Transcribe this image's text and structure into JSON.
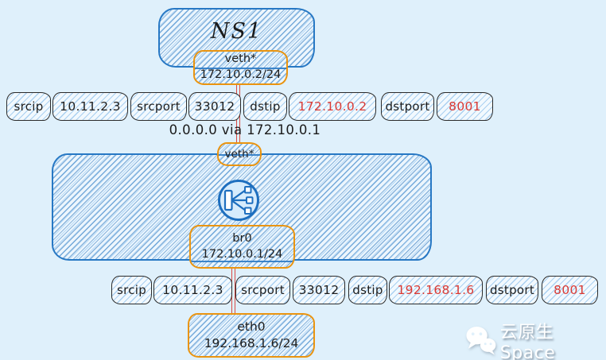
{
  "colors": {
    "background": "#dff0fb",
    "blue_stroke": "#2778c4",
    "orange_stroke": "#ea940f",
    "red_highlight": "#d93a35",
    "ink": "#1e1e1e",
    "logo_white": "#ffffff"
  },
  "ns1": {
    "title": "NS1",
    "iface_name": "veth*",
    "iface_cidr": "172.10.0.2/24"
  },
  "route": {
    "text": "0.0.0.0 via 172.10.0.1"
  },
  "host": {
    "veth_name": "veth*",
    "bridge_name": "br0",
    "bridge_cidr": "172.10.0.1/24",
    "bridge_icon": "network-hub-icon"
  },
  "nic": {
    "name": "eth0",
    "cidr": "192.168.1.6/24"
  },
  "packet_before": {
    "cells": [
      {
        "kind": "label",
        "text": "srcip"
      },
      {
        "kind": "value",
        "text": "10.11.2.3"
      },
      {
        "kind": "label",
        "text": "srcport"
      },
      {
        "kind": "value",
        "text": "33012"
      },
      {
        "kind": "label",
        "text": "dstip"
      },
      {
        "kind": "value",
        "text": "172.10.0.2",
        "highlight": "#d93a35"
      },
      {
        "kind": "label",
        "text": "dstport"
      },
      {
        "kind": "value",
        "text": "8001",
        "highlight": "#d93a35"
      }
    ]
  },
  "packet_after": {
    "cells": [
      {
        "kind": "label",
        "text": "srcip"
      },
      {
        "kind": "value",
        "text": "10.11.2.3"
      },
      {
        "kind": "label",
        "text": "srcport"
      },
      {
        "kind": "value",
        "text": "33012"
      },
      {
        "kind": "label",
        "text": "dstip"
      },
      {
        "kind": "value",
        "text": "192.168.1.6",
        "highlight": "#d93a35"
      },
      {
        "kind": "label",
        "text": "dstport"
      },
      {
        "kind": "value",
        "text": "8001",
        "highlight": "#d93a35"
      }
    ]
  },
  "logo": {
    "text": "云原生Space",
    "icon": "wechat-icon"
  }
}
